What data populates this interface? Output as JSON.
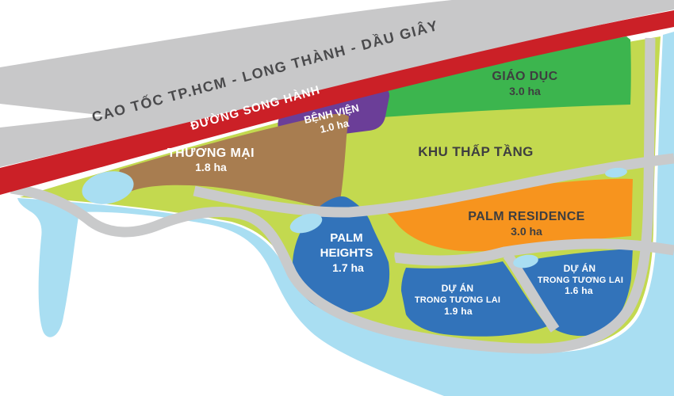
{
  "roads": {
    "highway_label": "CAO TỐC TP.HCM - LONG THÀNH - DẦU GIÂY",
    "frontage_label": "ĐƯỜNG SONG HÀNH",
    "highway_color": "#c8c8c9",
    "frontage_color": "#cb2027",
    "local_road_color": "#c9cacb",
    "highway_text_color": "#4a4a4c",
    "frontage_text_color": "#ffffff"
  },
  "water": {
    "color": "#a9def2"
  },
  "landscape": {
    "green_strip_color": "#c3d94f"
  },
  "zones": {
    "thuong_mai": {
      "name": "THƯƠNG MẠI",
      "area": "1.8 ha",
      "color": "#a87d50",
      "label_color": "#ffffff"
    },
    "benh_vien": {
      "name": "BỆNH VIỆN",
      "area": "1.0 ha",
      "color": "#6b3e98",
      "label_color": "#ffffff"
    },
    "giao_duc": {
      "name": "GIÁO DỤC",
      "area": "3.0 ha",
      "color": "#3cb54e",
      "label_color": "#3e3e40"
    },
    "khu_thap_tang": {
      "name": "KHU THẤP TẦNG",
      "color": "#c3d94f",
      "label_color": "#3e3e40"
    },
    "palm_residence": {
      "name": "PALM RESIDENCE",
      "area": "3.0 ha",
      "color": "#f7941e",
      "label_color": "#3e3e40"
    },
    "palm_heights": {
      "name_line1": "PALM",
      "name_line2": "HEIGHTS",
      "area": "1.7 ha",
      "color": "#3273ba",
      "label_color": "#ffffff"
    },
    "future_1": {
      "name_line1": "DỰ ÁN",
      "name_line2": "TRONG TƯƠNG LAI",
      "area": "1.9 ha",
      "color": "#3273ba",
      "label_color": "#ffffff"
    },
    "future_2": {
      "name_line1": "DỰ ÁN",
      "name_line2": "TRONG TƯƠNG LAI",
      "area": "1.6 ha",
      "color": "#3273ba",
      "label_color": "#ffffff"
    }
  }
}
